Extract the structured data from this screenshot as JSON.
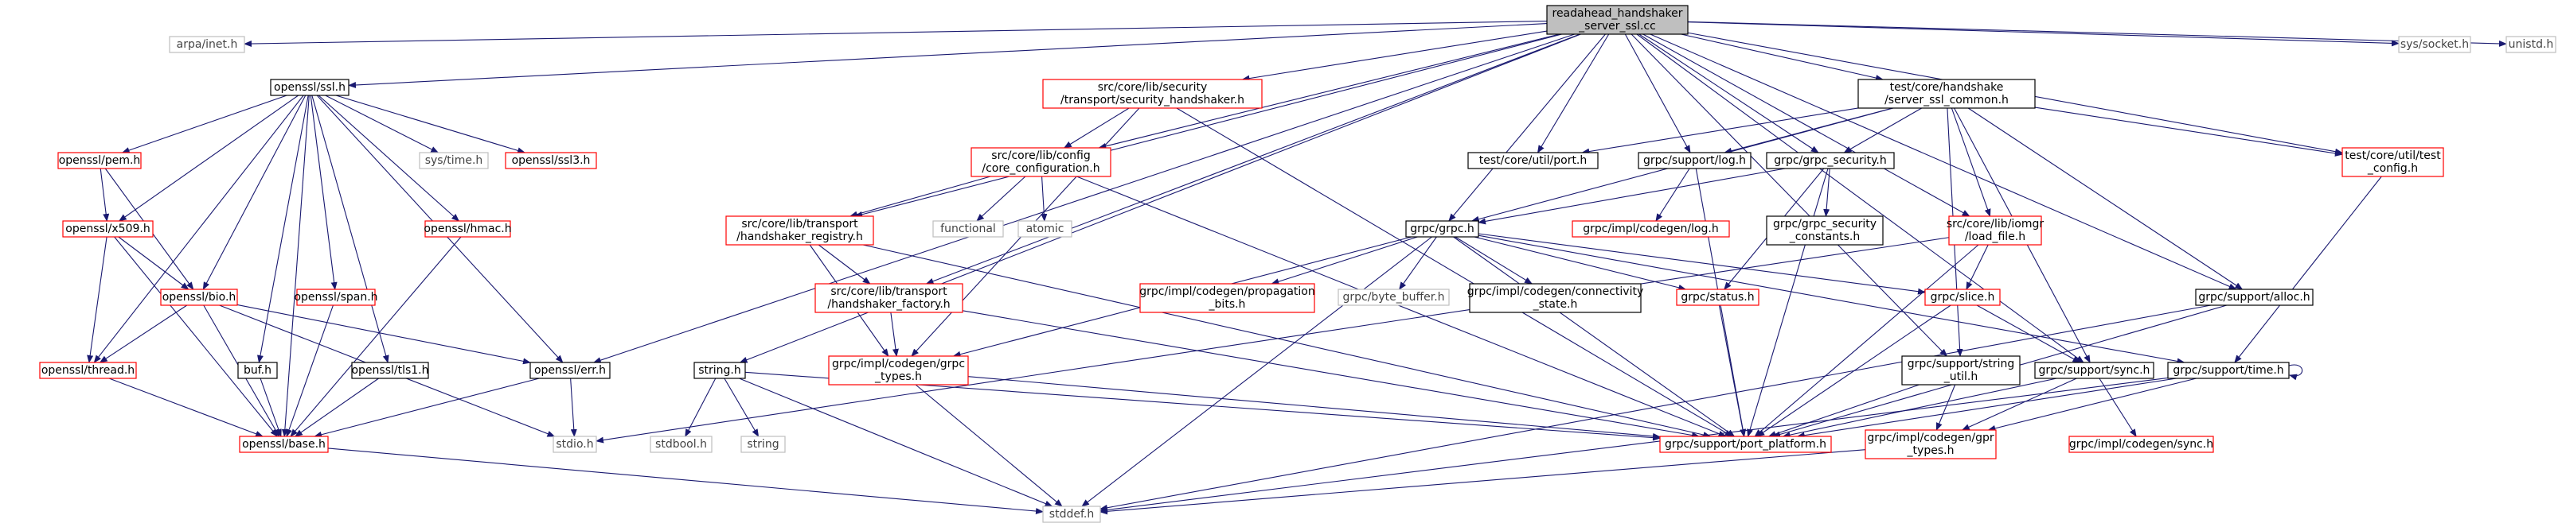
{
  "root": "readahead_handshaker_server_ssl.cc",
  "colors": {
    "edge": "#191970",
    "root_fill": "#bfbfbf",
    "documented_border": "#000000",
    "truncated_border": "#ff0000",
    "external_border": "#bfbfbf"
  },
  "nodes": {
    "root": {
      "label": [
        "readahead_handshaker",
        "_server_ssl.cc"
      ],
      "style": "root"
    },
    "arpa": {
      "label": [
        "arpa/inet.h"
      ],
      "style": "grey"
    },
    "openssl_ssl": {
      "label": [
        "openssl/ssl.h"
      ],
      "style": "normal"
    },
    "sec_hs": {
      "label": [
        "src/core/lib/security",
        "/transport/security_handshaker.h"
      ],
      "style": "red"
    },
    "hs_common": {
      "label": [
        "test/core/handshake",
        "/server_ssl_common.h"
      ],
      "style": "normal"
    },
    "sys_socket": {
      "label": [
        "sys/socket.h"
      ],
      "style": "grey"
    },
    "unistd": {
      "label": [
        "unistd.h"
      ],
      "style": "grey"
    },
    "pem": {
      "label": [
        "openssl/pem.h"
      ],
      "style": "red"
    },
    "systime": {
      "label": [
        "sys/time.h"
      ],
      "style": "grey"
    },
    "ssl3": {
      "label": [
        "openssl/ssl3.h"
      ],
      "style": "red"
    },
    "core_cfg": {
      "label": [
        "src/core/lib/config",
        "/core_configuration.h"
      ],
      "style": "red"
    },
    "port": {
      "label": [
        "test/core/util/port.h"
      ],
      "style": "normal"
    },
    "gs_log": {
      "label": [
        "grpc/support/log.h"
      ],
      "style": "normal"
    },
    "grpc_sec": {
      "label": [
        "grpc/grpc_security.h"
      ],
      "style": "normal"
    },
    "test_cfg": {
      "label": [
        "test/core/util/test",
        "_config.h"
      ],
      "style": "red"
    },
    "x509": {
      "label": [
        "openssl/x509.h"
      ],
      "style": "red"
    },
    "hmac": {
      "label": [
        "openssl/hmac.h"
      ],
      "style": "red"
    },
    "functional": {
      "label": [
        "functional"
      ],
      "style": "grey"
    },
    "atomic": {
      "label": [
        "atomic"
      ],
      "style": "grey"
    },
    "hs_registry": {
      "label": [
        "src/core/lib/transport",
        "/handshaker_registry.h"
      ],
      "style": "red"
    },
    "grpc_h": {
      "label": [
        "grpc/grpc.h"
      ],
      "style": "normal"
    },
    "codegen_log": {
      "label": [
        "grpc/impl/codegen/log.h"
      ],
      "style": "red"
    },
    "sec_const": {
      "label": [
        "grpc/grpc_security",
        "_constants.h"
      ],
      "style": "normal"
    },
    "load_file": {
      "label": [
        "src/core/lib/iomgr",
        "/load_file.h"
      ],
      "style": "red"
    },
    "bio": {
      "label": [
        "openssl/bio.h"
      ],
      "style": "red"
    },
    "span": {
      "label": [
        "openssl/span.h"
      ],
      "style": "red"
    },
    "hs_factory": {
      "label": [
        "src/core/lib/transport",
        "/handshaker_factory.h"
      ],
      "style": "red"
    },
    "propagation": {
      "label": [
        "grpc/impl/codegen/propagation",
        "_bits.h"
      ],
      "style": "red"
    },
    "byte_buffer": {
      "label": [
        "grpc/byte_buffer.h"
      ],
      "style": "grey"
    },
    "connectivity": {
      "label": [
        "grpc/impl/codegen/connectivity",
        "_state.h"
      ],
      "style": "normal"
    },
    "status": {
      "label": [
        "grpc/status.h"
      ],
      "style": "red"
    },
    "slice": {
      "label": [
        "grpc/slice.h"
      ],
      "style": "red"
    },
    "alloc": {
      "label": [
        "grpc/support/alloc.h"
      ],
      "style": "normal"
    },
    "thread": {
      "label": [
        "openssl/thread.h"
      ],
      "style": "red"
    },
    "buf": {
      "label": [
        "buf.h"
      ],
      "style": "normal"
    },
    "tls1": {
      "label": [
        "openssl/tls1.h"
      ],
      "style": "normal"
    },
    "err": {
      "label": [
        "openssl/err.h"
      ],
      "style": "normal"
    },
    "string_h": {
      "label": [
        "string.h"
      ],
      "style": "normal"
    },
    "grpc_types": {
      "label": [
        "grpc/impl/codegen/grpc",
        "_types.h"
      ],
      "style": "red"
    },
    "string_util": {
      "label": [
        "grpc/support/string",
        "_util.h"
      ],
      "style": "normal"
    },
    "sync": {
      "label": [
        "grpc/support/sync.h"
      ],
      "style": "normal"
    },
    "time": {
      "label": [
        "grpc/support/time.h"
      ],
      "style": "normal"
    },
    "base": {
      "label": [
        "openssl/base.h"
      ],
      "style": "red"
    },
    "stdio": {
      "label": [
        "stdio.h"
      ],
      "style": "grey"
    },
    "stdbool": {
      "label": [
        "stdbool.h"
      ],
      "style": "grey"
    },
    "string": {
      "label": [
        "string"
      ],
      "style": "grey"
    },
    "port_platform": {
      "label": [
        "grpc/support/port_platform.h"
      ],
      "style": "red"
    },
    "gpr_types": {
      "label": [
        "grpc/impl/codegen/gpr",
        "_types.h"
      ],
      "style": "red"
    },
    "codegen_sync": {
      "label": [
        "grpc/impl/codegen/sync.h"
      ],
      "style": "red"
    },
    "stddef": {
      "label": [
        "stddef.h"
      ],
      "style": "grey"
    }
  },
  "edges": [
    [
      "root",
      "arpa"
    ],
    [
      "root",
      "openssl_ssl"
    ],
    [
      "root",
      "sec_hs"
    ],
    [
      "root",
      "hs_common"
    ],
    [
      "root",
      "sys_socket"
    ],
    [
      "root",
      "unistd"
    ],
    [
      "root",
      "err"
    ],
    [
      "root",
      "string_h"
    ],
    [
      "root",
      "core_cfg"
    ],
    [
      "root",
      "port"
    ],
    [
      "root",
      "gs_log"
    ],
    [
      "root",
      "grpc_sec"
    ],
    [
      "root",
      "test_cfg"
    ],
    [
      "root",
      "hs_registry"
    ],
    [
      "root",
      "hs_factory"
    ],
    [
      "root",
      "grpc_h"
    ],
    [
      "root",
      "load_file"
    ],
    [
      "root",
      "string_util"
    ],
    [
      "root",
      "sync"
    ],
    [
      "root",
      "alloc"
    ],
    [
      "openssl_ssl",
      "pem"
    ],
    [
      "openssl_ssl",
      "systime"
    ],
    [
      "openssl_ssl",
      "ssl3"
    ],
    [
      "openssl_ssl",
      "x509"
    ],
    [
      "openssl_ssl",
      "hmac"
    ],
    [
      "openssl_ssl",
      "bio"
    ],
    [
      "openssl_ssl",
      "span"
    ],
    [
      "openssl_ssl",
      "buf"
    ],
    [
      "openssl_ssl",
      "tls1"
    ],
    [
      "openssl_ssl",
      "err"
    ],
    [
      "openssl_ssl",
      "thread"
    ],
    [
      "openssl_ssl",
      "base"
    ],
    [
      "pem",
      "x509"
    ],
    [
      "pem",
      "bio"
    ],
    [
      "x509",
      "bio"
    ],
    [
      "x509",
      "thread"
    ],
    [
      "x509",
      "base"
    ],
    [
      "hmac",
      "base"
    ],
    [
      "span",
      "base"
    ],
    [
      "buf",
      "base"
    ],
    [
      "tls1",
      "base"
    ],
    [
      "bio",
      "thread"
    ],
    [
      "bio",
      "err"
    ],
    [
      "bio",
      "base"
    ],
    [
      "bio",
      "stdio"
    ],
    [
      "thread",
      "base"
    ],
    [
      "err",
      "base"
    ],
    [
      "err",
      "stdio"
    ],
    [
      "base",
      "stddef"
    ],
    [
      "sec_hs",
      "core_cfg"
    ],
    [
      "sec_hs",
      "grpc_types"
    ],
    [
      "sec_hs",
      "port_platform"
    ],
    [
      "core_cfg",
      "hs_registry"
    ],
    [
      "core_cfg",
      "functional"
    ],
    [
      "core_cfg",
      "atomic"
    ],
    [
      "core_cfg",
      "port_platform"
    ],
    [
      "hs_registry",
      "hs_factory"
    ],
    [
      "hs_registry",
      "grpc_types"
    ],
    [
      "hs_registry",
      "port_platform"
    ],
    [
      "hs_factory",
      "grpc_types"
    ],
    [
      "hs_factory",
      "port_platform"
    ],
    [
      "hs_common",
      "port"
    ],
    [
      "hs_common",
      "gs_log"
    ],
    [
      "hs_common",
      "grpc_sec"
    ],
    [
      "hs_common",
      "test_cfg"
    ],
    [
      "hs_common",
      "grpc_h"
    ],
    [
      "hs_common",
      "load_file"
    ],
    [
      "hs_common",
      "alloc"
    ],
    [
      "hs_common",
      "sync"
    ],
    [
      "hs_common",
      "string_util"
    ],
    [
      "gs_log",
      "codegen_log"
    ],
    [
      "gs_log",
      "port_platform"
    ],
    [
      "grpc_sec",
      "grpc_h"
    ],
    [
      "grpc_sec",
      "sec_const"
    ],
    [
      "grpc_sec",
      "status"
    ],
    [
      "grpc_sec",
      "port_platform"
    ],
    [
      "test_cfg",
      "time"
    ],
    [
      "load_file",
      "slice"
    ],
    [
      "load_file",
      "port_platform"
    ],
    [
      "load_file",
      "stdio"
    ],
    [
      "grpc_h",
      "propagation"
    ],
    [
      "grpc_h",
      "byte_buffer"
    ],
    [
      "grpc_h",
      "connectivity"
    ],
    [
      "grpc_h",
      "status"
    ],
    [
      "grpc_h",
      "slice"
    ],
    [
      "grpc_h",
      "grpc_types"
    ],
    [
      "grpc_h",
      "port_platform"
    ],
    [
      "grpc_h",
      "stddef"
    ],
    [
      "grpc_h",
      "time"
    ],
    [
      "status",
      "port_platform"
    ],
    [
      "slice",
      "sync"
    ],
    [
      "slice",
      "port_platform"
    ],
    [
      "alloc",
      "port_platform"
    ],
    [
      "alloc",
      "stddef"
    ],
    [
      "string_util",
      "port_platform"
    ],
    [
      "string_util",
      "gpr_types"
    ],
    [
      "sync",
      "port_platform"
    ],
    [
      "sync",
      "gpr_types"
    ],
    [
      "sync",
      "codegen_sync"
    ],
    [
      "time",
      "port_platform"
    ],
    [
      "time",
      "gpr_types"
    ],
    [
      "time",
      "stddef"
    ],
    [
      "time",
      "time"
    ],
    [
      "grpc_types",
      "stddef"
    ],
    [
      "grpc_types",
      "port_platform"
    ],
    [
      "string_h",
      "stdbool"
    ],
    [
      "string_h",
      "string"
    ],
    [
      "string_h",
      "stddef"
    ],
    [
      "string_h",
      "port_platform"
    ],
    [
      "gpr_types",
      "stddef"
    ]
  ]
}
